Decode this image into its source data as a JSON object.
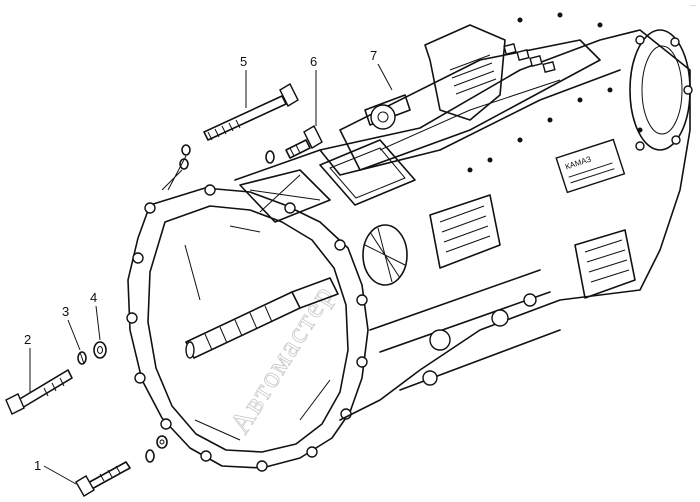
{
  "callouts": [
    {
      "id": "1",
      "label": "1"
    },
    {
      "id": "2",
      "label": "2"
    },
    {
      "id": "3",
      "label": "3"
    },
    {
      "id": "4",
      "label": "4"
    },
    {
      "id": "5",
      "label": "5"
    },
    {
      "id": "6",
      "label": "6"
    },
    {
      "id": "7",
      "label": "7"
    }
  ],
  "nameplate_text": "КАМАЗ",
  "watermark_text": "Автомастер",
  "corner_mark": "—"
}
